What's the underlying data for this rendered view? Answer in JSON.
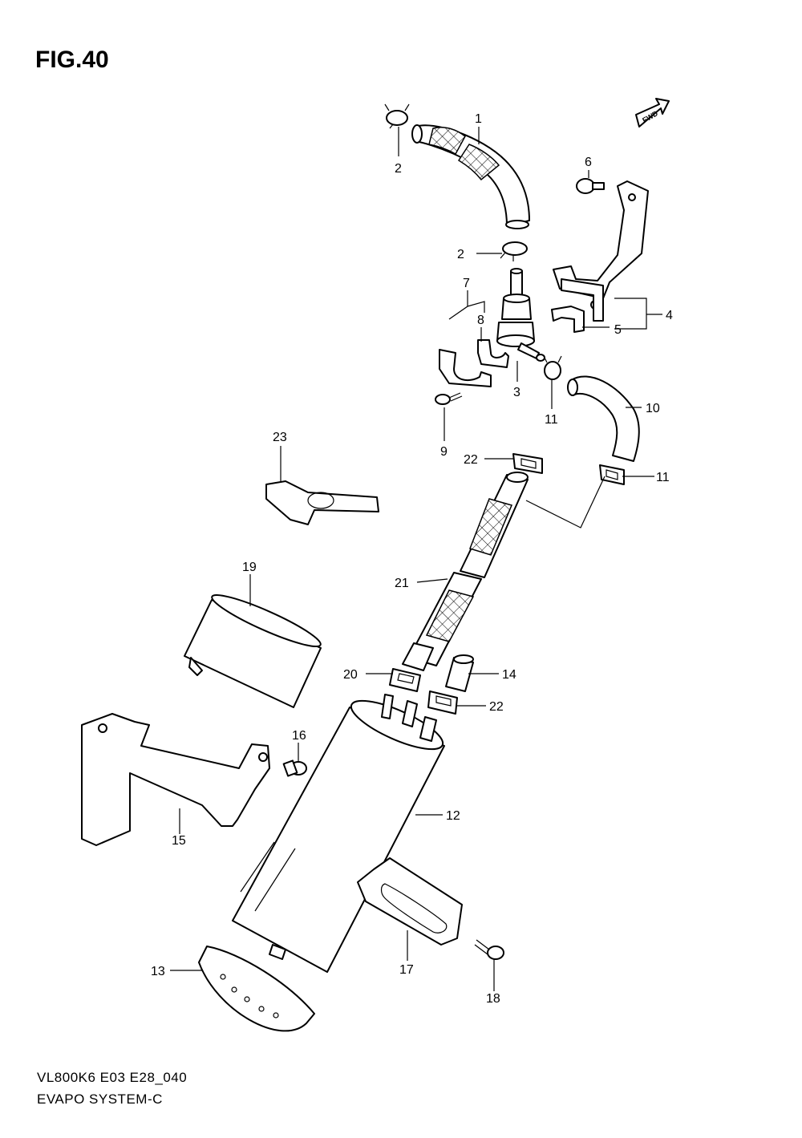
{
  "title": "FIG.40",
  "footer": {
    "code": "VL800K6 E03 E28_040",
    "name": "EVAPO SYSTEM-C"
  },
  "fwd_label": "FWD",
  "callouts": {
    "n1": "1",
    "n2a": "2",
    "n2b": "2",
    "n3": "3",
    "n4": "4",
    "n5": "5",
    "n6": "6",
    "n7": "7",
    "n8": "8",
    "n9": "9",
    "n10": "10",
    "n11a": "11",
    "n11b": "11",
    "n12": "12",
    "n13": "13",
    "n14": "14",
    "n15": "15",
    "n16": "16",
    "n17": "17",
    "n18": "18",
    "n19": "19",
    "n20": "20",
    "n21": "21",
    "n22a": "22",
    "n22b": "22",
    "n23": "23"
  }
}
